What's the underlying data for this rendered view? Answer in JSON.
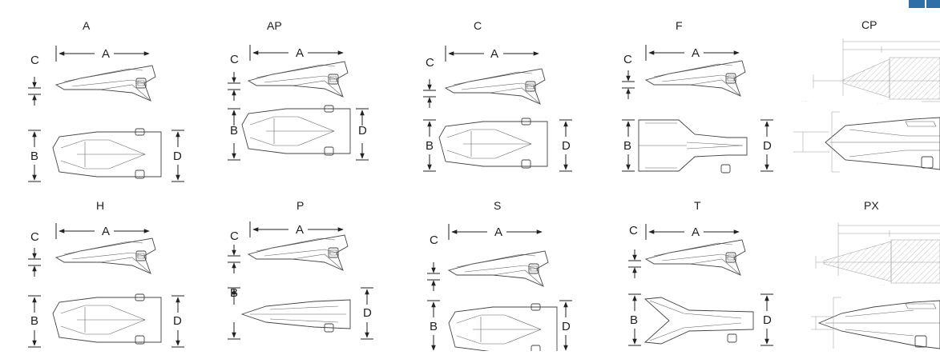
{
  "teeth": [
    {
      "title": "A",
      "top": {
        "a": "A",
        "c": "C"
      },
      "bottom": {
        "b": "B",
        "d": "D"
      }
    },
    {
      "title": "AP",
      "top": {
        "a": "A",
        "c": "C"
      },
      "bottom": {
        "b": "B",
        "d": "D"
      }
    },
    {
      "title": "C",
      "top": {
        "a": "A",
        "c": "C"
      },
      "bottom": {
        "b": "B",
        "d": "D"
      }
    },
    {
      "title": "F",
      "top": {
        "a": "A",
        "c": "C"
      },
      "bottom": {
        "b": "B",
        "d": "D"
      }
    },
    {
      "title": "H",
      "top": {
        "a": "A",
        "c": "C"
      },
      "bottom": {
        "b": "B",
        "d": "D"
      }
    },
    {
      "title": "P",
      "top": {
        "a": "A",
        "c": "C"
      },
      "bottom": {
        "b": "B",
        "d": "D"
      }
    },
    {
      "title": "S",
      "top": {
        "a": "A",
        "c": "C"
      },
      "bottom": {
        "b": "B",
        "d": "D"
      }
    },
    {
      "title": "T",
      "top": {
        "a": "A",
        "c": "C"
      },
      "bottom": {
        "b": "B",
        "d": "D"
      }
    }
  ],
  "drawings": [
    {
      "title": "CP"
    },
    {
      "title": "PX"
    }
  ],
  "colors": {
    "corner_buttons": "#2e6fa8",
    "line": "#444444"
  }
}
